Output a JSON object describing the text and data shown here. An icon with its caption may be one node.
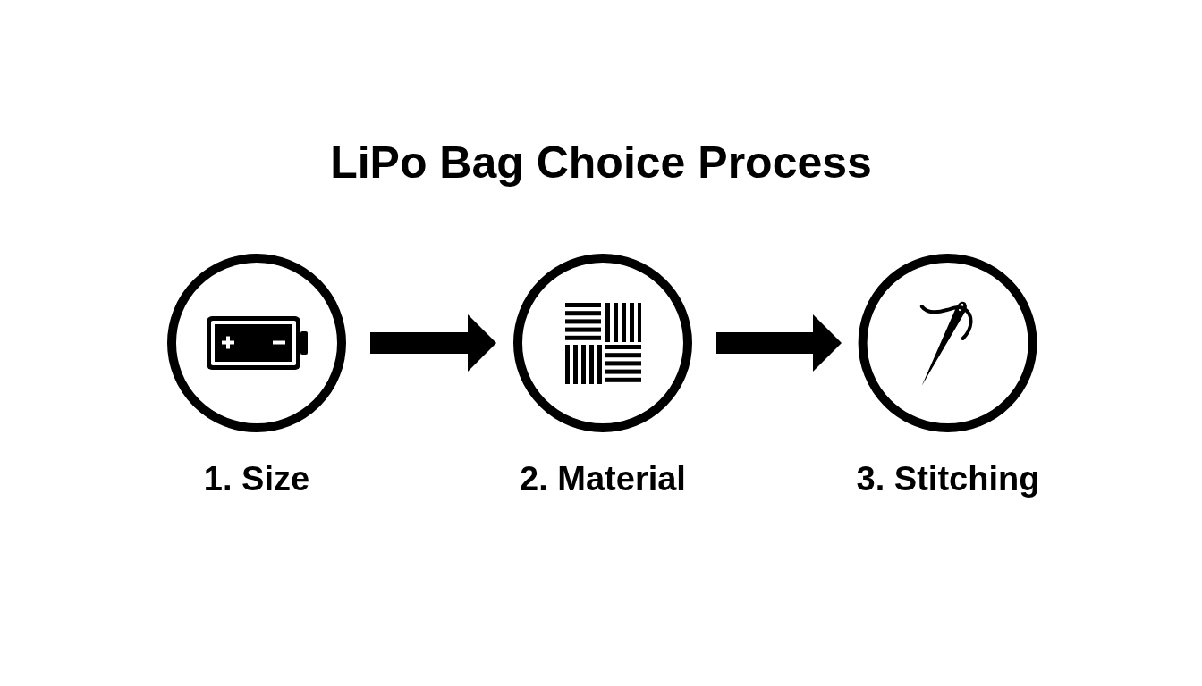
{
  "diagram": {
    "title": "LiPo Bag Choice Process",
    "nodes": [
      {
        "text": [
          "1. Size"
        ]
      },
      {
        "text": [
          "2. Material"
        ]
      },
      {
        "text": [
          "3. Stitching"
        ]
      }
    ],
    "edges": [
      {
        "from": 0,
        "to": 1,
        "arrow": "to"
      },
      {
        "from": 1,
        "to": 2,
        "arrow": "to"
      }
    ]
  }
}
